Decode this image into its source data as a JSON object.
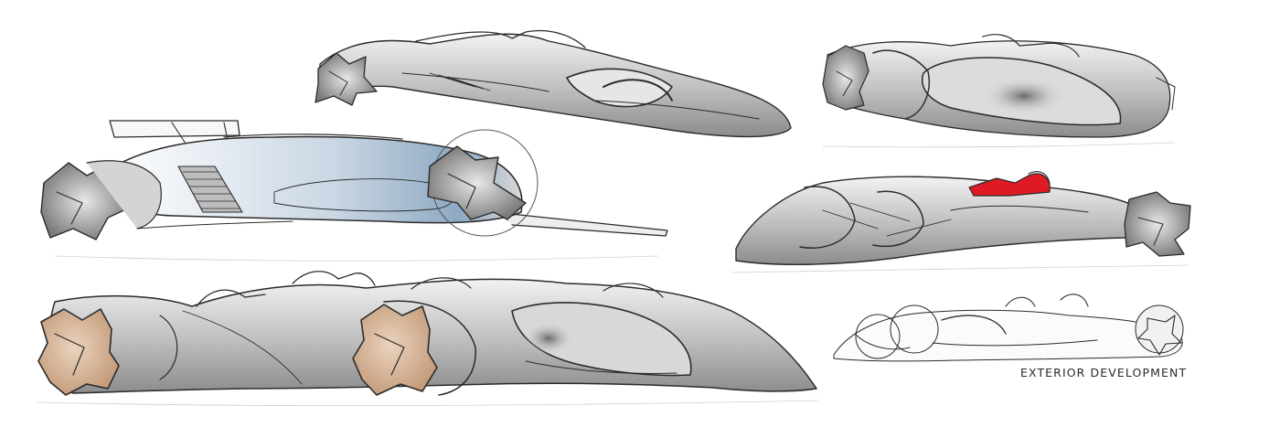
{
  "sheet": {
    "caption": "EXTERIOR DEVELOPMENT",
    "sketches": [
      {
        "id": "top-center",
        "accent": "none"
      },
      {
        "id": "top-right",
        "accent": "none"
      },
      {
        "id": "mid-left",
        "accent": "#9fb6cf"
      },
      {
        "id": "mid-right",
        "accent": "#e01a25"
      },
      {
        "id": "bottom-left",
        "accent": "#d9b79a"
      },
      {
        "id": "bottom-right",
        "accent": "none"
      }
    ],
    "colors": {
      "paper": "#ffffff",
      "line": "#2b2b2b",
      "shade": "#9a9a9a",
      "blue_tint": "#9fb6cf",
      "red_accent": "#e01a25",
      "tan_accent": "#d9b79a"
    }
  }
}
